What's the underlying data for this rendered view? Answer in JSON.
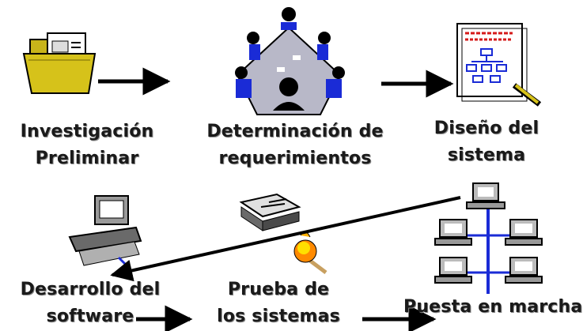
{
  "steps": [
    {
      "id": "investigacion",
      "line1": "Investigación",
      "line2": "Preliminar"
    },
    {
      "id": "determinacion",
      "line1": "Determinación de",
      "line2": "requerimientos"
    },
    {
      "id": "diseno",
      "line1": "Diseño del",
      "line2": "sistema"
    },
    {
      "id": "desarrollo",
      "line1": "Desarrollo del",
      "line2": "software"
    },
    {
      "id": "prueba",
      "line1": "Prueba de",
      "line2": "los sistemas"
    },
    {
      "id": "puesta",
      "line1": "Puesta en marcha",
      "line2": ""
    }
  ],
  "colors": {
    "text": "#1a1a1a",
    "arrow": "#000000",
    "accent_blue": "#1a2bd6",
    "folder": "#d6c21a",
    "doc_red": "#d61a1a"
  },
  "icons": [
    "folder-document-icon",
    "meeting-table-icon",
    "document-flowchart-icon",
    "desktop-computer-icon",
    "stacked-papers-fire-icon",
    "network-computers-icon"
  ]
}
